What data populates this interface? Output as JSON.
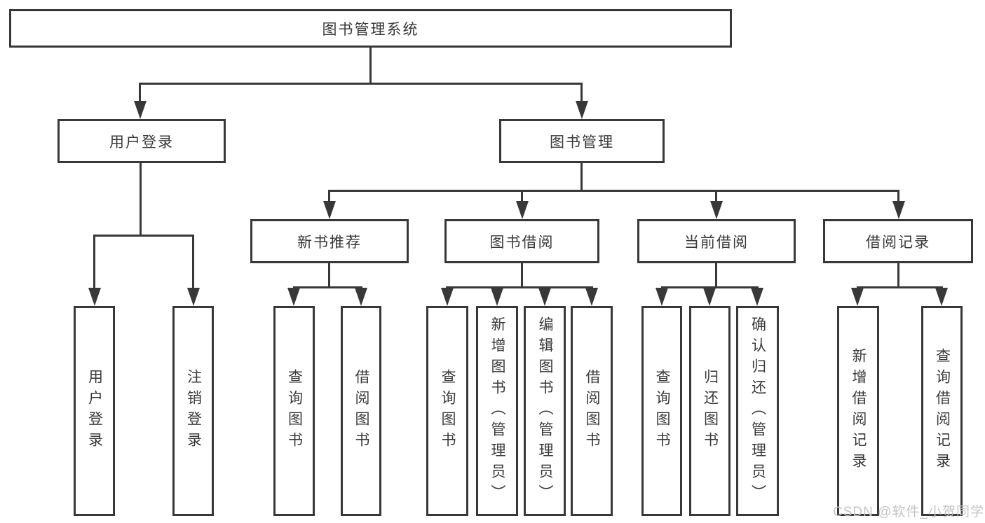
{
  "diagram": {
    "root": "图书管理系统",
    "level2": {
      "user_login": "用户登录",
      "book_mgmt": "图书管理"
    },
    "level3": {
      "new_books": "新书推荐",
      "book_borrow": "图书借阅",
      "current_borrow": "当前借阅",
      "borrow_records": "借阅记录"
    },
    "leaves": {
      "user_login": [
        "用户登录",
        "注销登录"
      ],
      "new_books": [
        "查询图书",
        "借阅图书"
      ],
      "book_borrow": [
        "查询图书",
        "新增图书（管理员）",
        "编辑图书（管理员）",
        "借阅图书"
      ],
      "current_borrow": [
        "查询图书",
        "归还图书",
        "确认归还（管理员）"
      ],
      "borrow_records": [
        "新增借阅记录",
        "查询借阅记录"
      ]
    },
    "watermark": "CSDN @软件_小贺同学"
  },
  "colors": {
    "line": "#383838",
    "text": "#3a3a3a",
    "watermark": "#c4c4c4",
    "background": "#ffffff"
  }
}
